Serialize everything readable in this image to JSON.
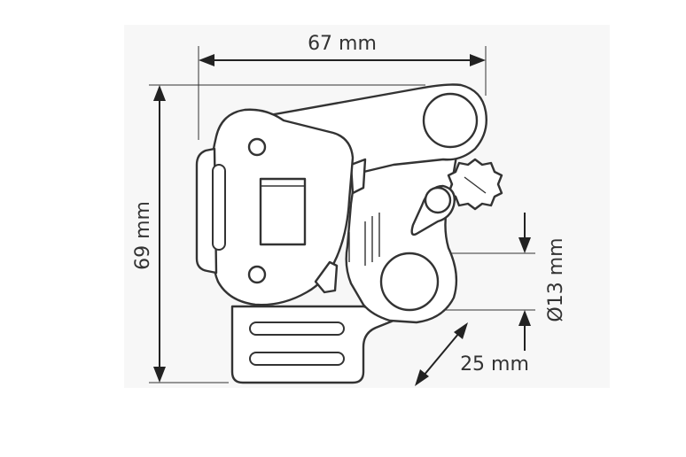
{
  "diagram": {
    "dimensions": {
      "width_label": "67 mm",
      "height_label": "69 mm",
      "diameter_label": "Ø13 mm",
      "depth_label": "25 mm"
    },
    "colors": {
      "line": "#333333",
      "panel": "#f7f7f7",
      "background": "#ffffff"
    }
  }
}
